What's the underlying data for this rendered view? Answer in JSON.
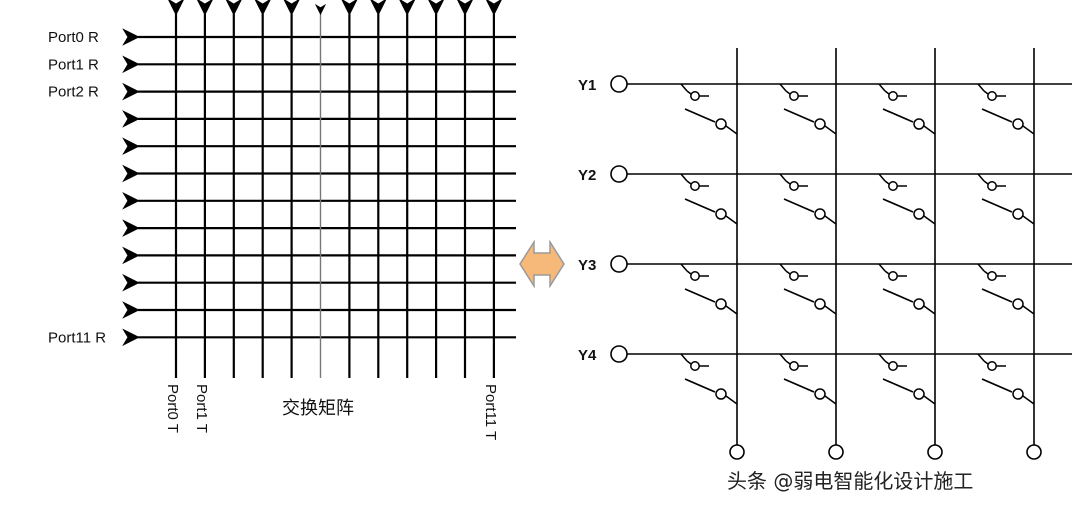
{
  "crossbar": {
    "row_labels": [
      "Port0 R",
      "Port1 R",
      "Port2 R",
      "",
      "",
      "",
      "",
      "",
      "",
      "",
      "",
      "Port11 R"
    ],
    "col_labels": [
      "Port0 T",
      "Port1 T",
      "",
      "",
      "",
      "",
      "",
      "",
      "",
      "",
      "",
      "Port11 T"
    ],
    "caption": "交换矩阵"
  },
  "switch_grid": {
    "row_labels": [
      "Y1",
      "Y2",
      "Y3",
      "Y4"
    ],
    "columns": 4
  },
  "connector": {
    "color": "#f6b97a",
    "stroke": "#9a9a9a"
  },
  "watermark": "头条 @弱电智能化设计施工"
}
